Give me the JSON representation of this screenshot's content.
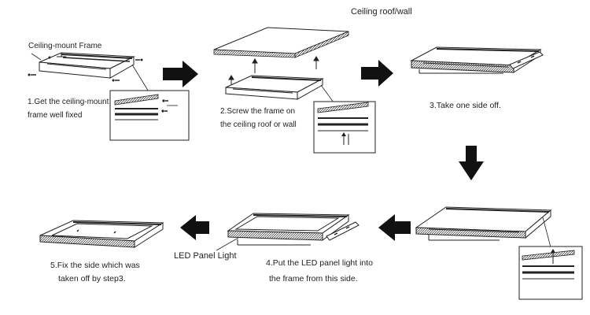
{
  "labels": {
    "ceiling_mount_frame": "Ceiling-mount Frame",
    "ceiling_roof_wall": "Ceiling roof/wall",
    "led_panel_light": "LED Panel Light"
  },
  "steps": {
    "step1": {
      "line1": "1.Get the ceiling-mount",
      "line2": "frame well fixed"
    },
    "step2": {
      "line1": "2.Screw the frame on",
      "line2": "the ceiling roof or wall"
    },
    "step3": {
      "line1": "3.Take one side off."
    },
    "step4": {
      "line1": "4.Put the LED panel light into",
      "line2": "the frame from this side."
    },
    "step5": {
      "line1": "5.Fix the side which was",
      "line2": "taken off by step3."
    }
  },
  "colors": {
    "ink": "#222222",
    "arrow": "#111111"
  },
  "icons": [
    "arrow-right-icon",
    "arrow-down-icon",
    "arrow-left-icon"
  ]
}
